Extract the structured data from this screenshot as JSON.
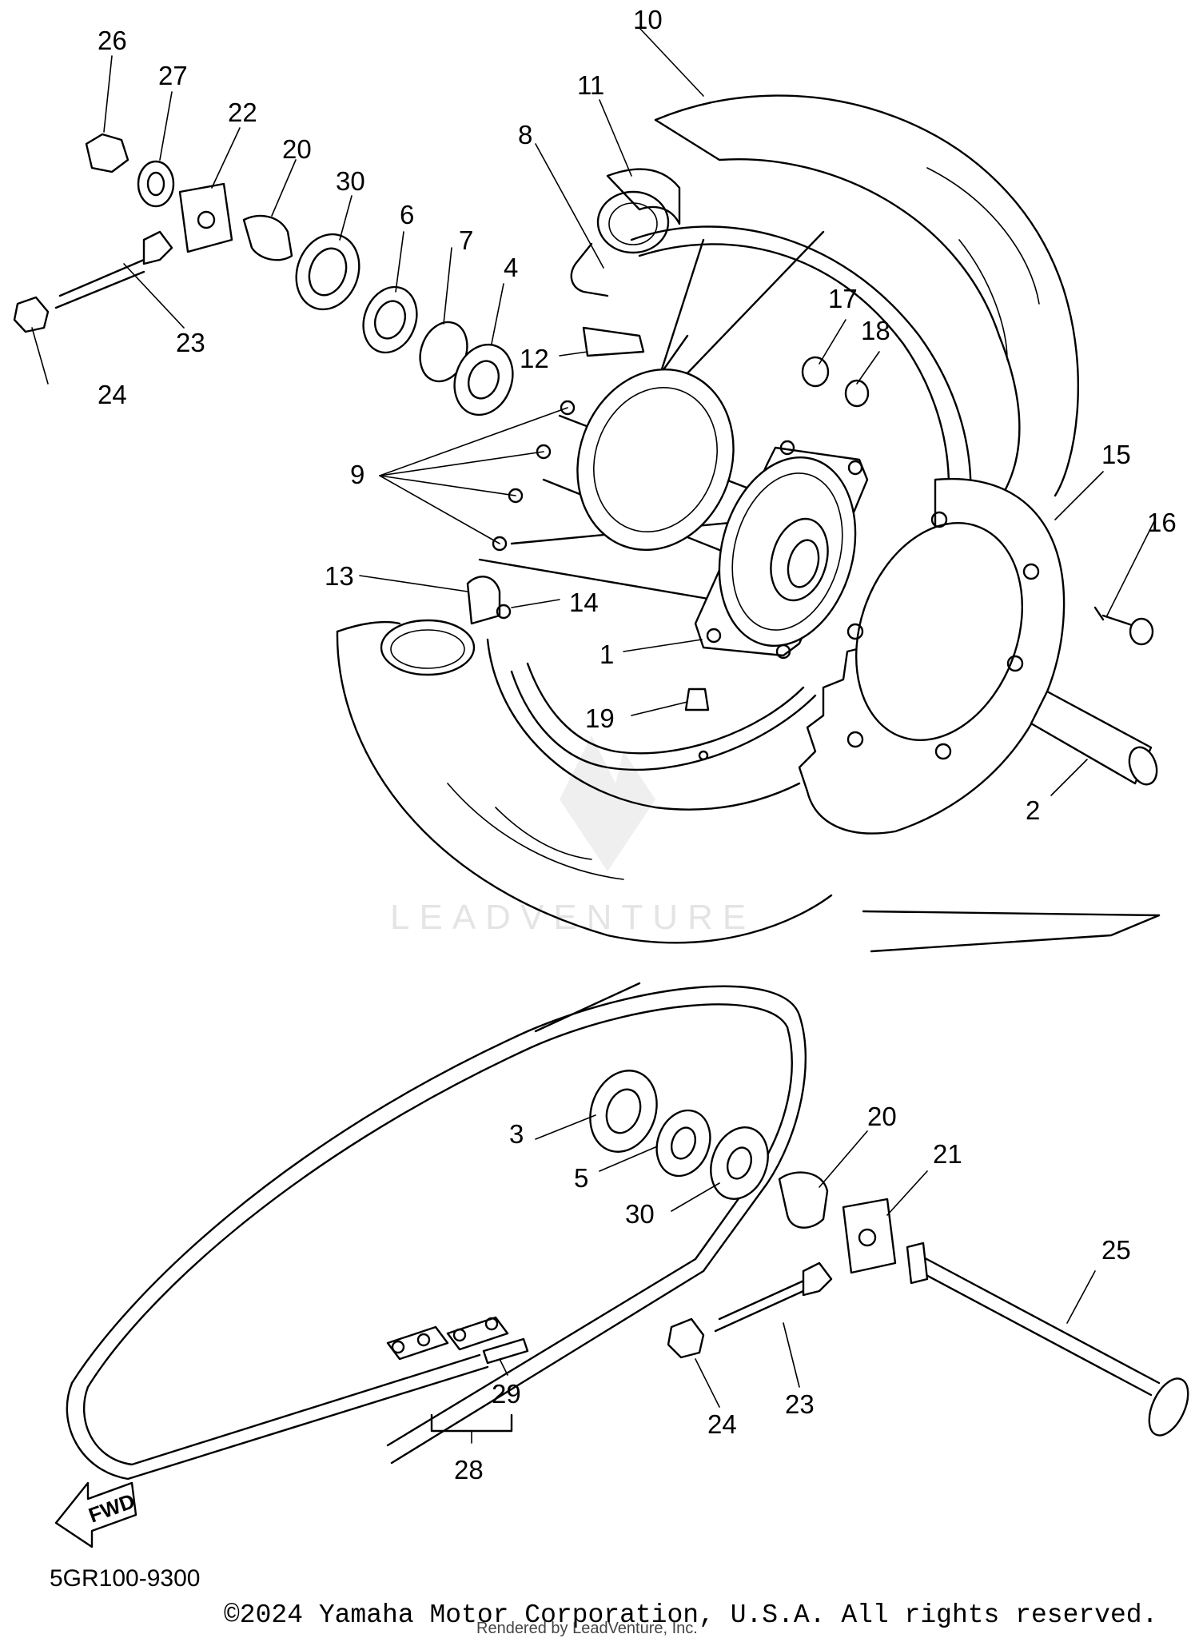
{
  "diagram": {
    "code": "5GR100-9300",
    "copyright": "©2024 Yamaha Motor Corporation, U.S.A. All rights reserved.",
    "rendered_by": "Rendered by LeadVenture, Inc.",
    "watermark": "LEADVENTURE",
    "fwd_label": "FWD"
  },
  "callouts": [
    {
      "id": "c26",
      "label": "26"
    },
    {
      "id": "c27",
      "label": "27"
    },
    {
      "id": "c22a",
      "label": "22"
    },
    {
      "id": "c20a",
      "label": "20"
    },
    {
      "id": "c30a",
      "label": "30"
    },
    {
      "id": "c6",
      "label": "6"
    },
    {
      "id": "c7",
      "label": "7"
    },
    {
      "id": "c4",
      "label": "4"
    },
    {
      "id": "c8",
      "label": "8"
    },
    {
      "id": "c11",
      "label": "11"
    },
    {
      "id": "c10",
      "label": "10"
    },
    {
      "id": "c23a",
      "label": "23"
    },
    {
      "id": "c24a",
      "label": "24"
    },
    {
      "id": "c12",
      "label": "12"
    },
    {
      "id": "c17",
      "label": "17"
    },
    {
      "id": "c18",
      "label": "18"
    },
    {
      "id": "c9",
      "label": "9"
    },
    {
      "id": "c15",
      "label": "15"
    },
    {
      "id": "c16",
      "label": "16"
    },
    {
      "id": "c13",
      "label": "13"
    },
    {
      "id": "c14",
      "label": "14"
    },
    {
      "id": "c1",
      "label": "1"
    },
    {
      "id": "c19",
      "label": "19"
    },
    {
      "id": "c2",
      "label": "2"
    },
    {
      "id": "c3",
      "label": "3"
    },
    {
      "id": "c5",
      "label": "5"
    },
    {
      "id": "c30b",
      "label": "30"
    },
    {
      "id": "c20b",
      "label": "20"
    },
    {
      "id": "c21",
      "label": "21"
    },
    {
      "id": "c25",
      "label": "25"
    },
    {
      "id": "c23b",
      "label": "23"
    },
    {
      "id": "c24b",
      "label": "24"
    },
    {
      "id": "c29",
      "label": "29"
    },
    {
      "id": "c28",
      "label": "28"
    }
  ]
}
